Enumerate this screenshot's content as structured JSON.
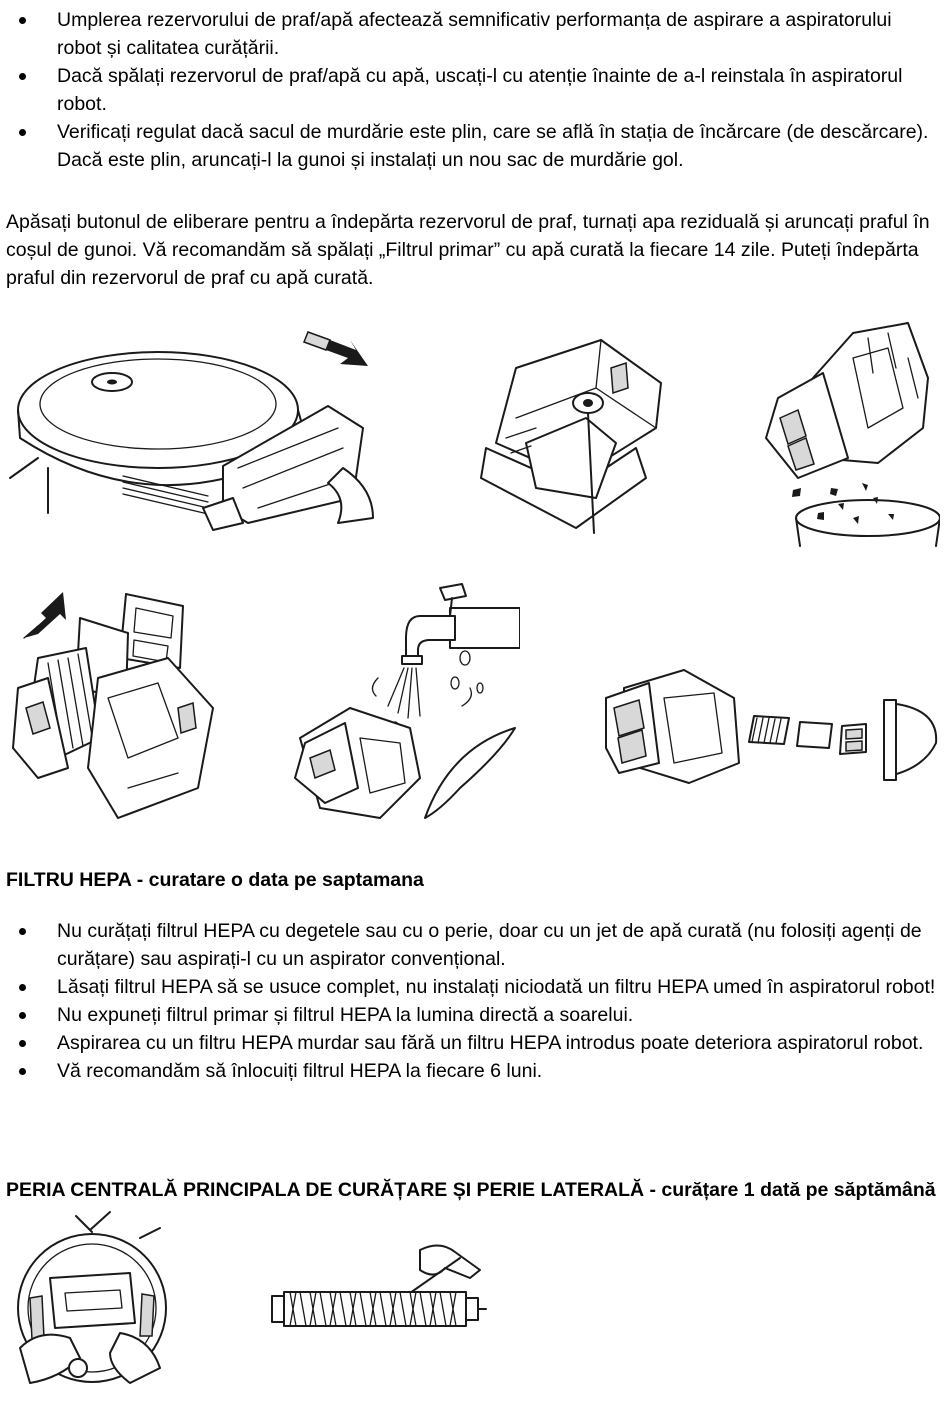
{
  "bullets_top": [
    "Umplerea rezervorului de praf/apă afectează semnificativ performanța de aspirare a aspiratorului robot și calitatea curățării.",
    "Dacă spălați rezervorul de praf/apă cu apă, uscați-l cu atenție înainte de a-l reinstala în aspiratorul robot.",
    "Verificați regulat dacă sacul de murdărie este plin, care se află în stația de încărcare (de descărcare). Dacă este plin, aruncați-l la gunoi și instalați un nou sac de murdărie gol."
  ],
  "paragraph": "Apăsați butonul de eliberare pentru a îndepărta rezervorul de praf, turnați apa reziduală și aruncați praful în coșul de gunoi. Vă recomandăm să spălați „Filtrul primar” cu apă curată la fiecare 14 zile. Puteți îndepărta praful din rezervorul de praf cu apă curată.",
  "hepa_heading": "FILTRU HEPA - curatare o data pe saptamana",
  "bullets_hepa": [
    "Nu curățați filtrul HEPA cu degetele sau cu o perie, doar cu un jet de apă curată (nu folosiți agenți de curățare) sau aspirați-l cu un aspirator convențional.",
    "Lăsați filtrul HEPA să se usuce complet, nu instalați niciodată un filtru HEPA umed în aspiratorul robot!",
    "Nu expuneți filtrul primar și filtrul HEPA la lumina directă a soarelui.",
    "Aspirarea cu un filtru HEPA murdar sau fără un filtru HEPA introdus poate deteriora aspiratorul robot.",
    "Vă recomandăm să înlocuiți filtrul HEPA la fiecare 6 luni."
  ],
  "brush_heading": "PERIA CENTRALĂ PRINCIPALA DE CURĂȚARE ȘI PERIE LATERALĂ - curățare 1 dată pe săptămână",
  "illustrations": [
    "robot-dustbin-removal-illustration",
    "dustbin-release-illustration",
    "dustbin-emptying-illustration",
    "filter-removal-illustration",
    "dustbin-rinsing-illustration",
    "filter-parts-illustration",
    "robot-underside-illustration",
    "main-brush-cleaning-illustration"
  ]
}
